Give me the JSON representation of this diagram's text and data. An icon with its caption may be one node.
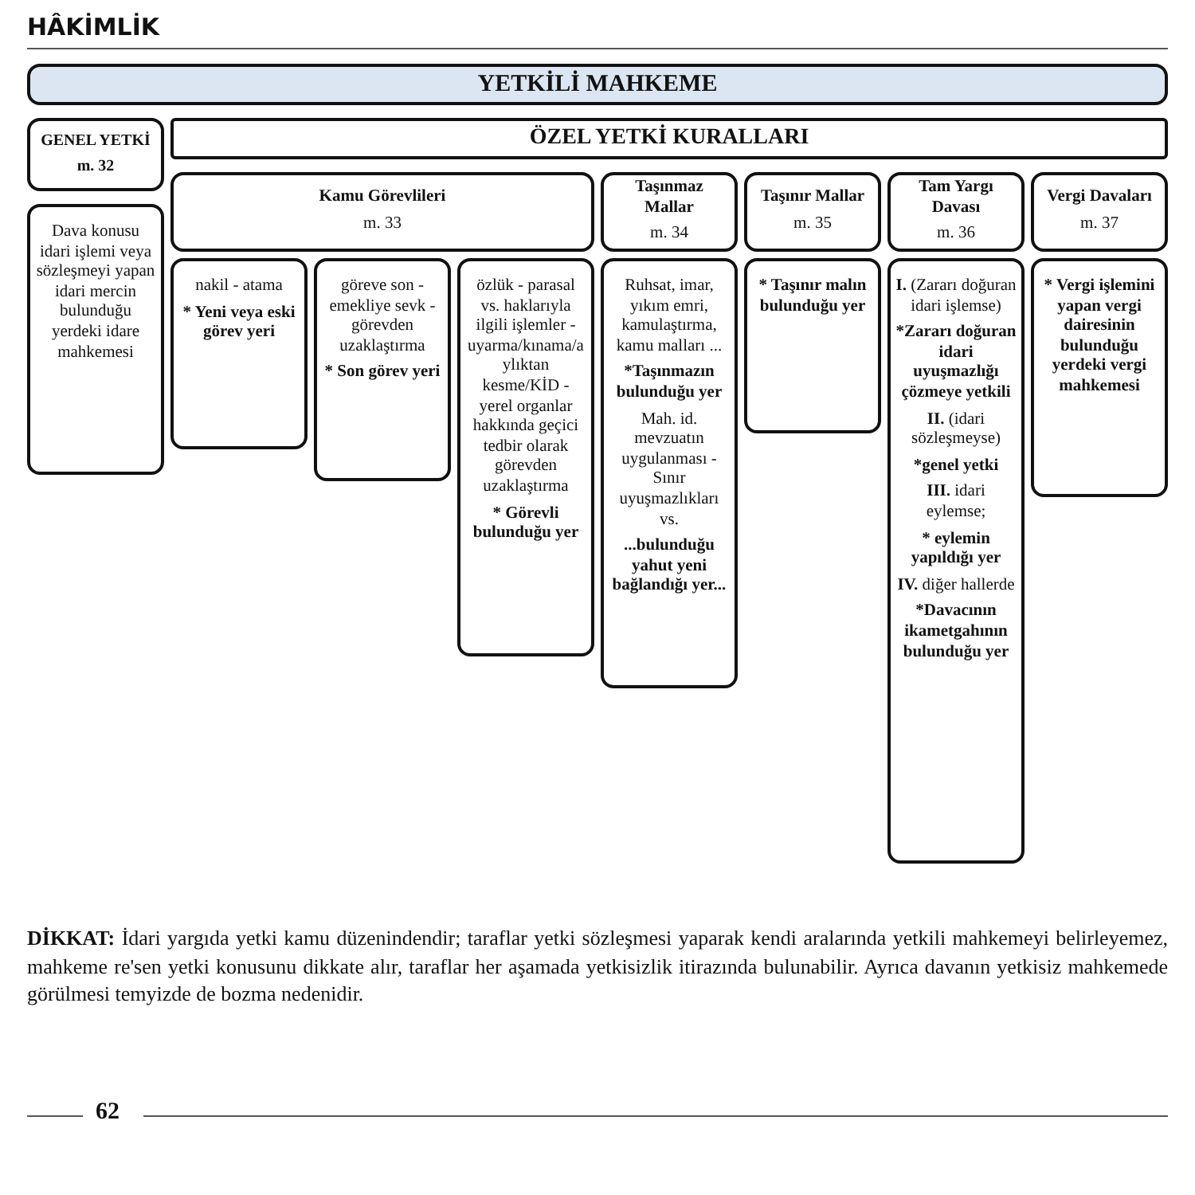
{
  "diagram": {
    "nodes": [
      {
        "text": [
          "YETKİLİ MAHKEME"
        ]
      },
      {
        "text": [
          "GENEL YETKİ",
          "m. 32"
        ]
      },
      {
        "text": [
          "ÖZEL YETKİ KURALLARI"
        ]
      },
      {
        "text": [
          "Kamu Görevlileri",
          "m. 33"
        ]
      },
      {
        "text": [
          "Taşınmaz Mallar",
          "m. 34"
        ]
      },
      {
        "text": [
          "Taşınır Mallar",
          "m. 35"
        ]
      },
      {
        "text": [
          "Tam Yargı Davası",
          "m. 36"
        ]
      },
      {
        "text": [
          "Vergi Davaları",
          "m. 37"
        ]
      },
      {
        "text": [
          "Dava konusu idari işlemi veya sözleşmeyi yapan idari mercin bulunduğu yerdeki idare mahkemesi"
        ]
      },
      {
        "text": [
          "nakil - atama",
          "* Yeni veya eski görev yeri"
        ]
      },
      {
        "text": [
          "göreve son - emekliye sevk - görevden uzaklaştırma",
          "* Son görev yeri"
        ]
      },
      {
        "text": [
          "özlük - parasal vs. haklarıyla ilgili işlemler - uyarma/kınama/aylıktan kesme/KİD - yerel organlar hakkında geçici tedbir olarak görevden uzaklaştırma",
          "* Görevli bulunduğu yer"
        ]
      },
      {
        "text": [
          "Ruhsat, imar, yıkım emri, kamulaştırma, kamu malları ...",
          "*Taşınmazın bulunduğu yer",
          "Mah. id. mevzuatın uygulanması - Sınır uyuşmazlıkları vs.",
          "...bulunduğu yahut yeni bağlandığı yer..."
        ]
      },
      {
        "text": [
          "* Taşınır malın bulunduğu yer"
        ]
      },
      {
        "text": [
          "**I.** (Zararı doğuran idari işlemse)",
          "*Zararı doğuran idari uyuşmazlığı çözmeye yetkili",
          "**II.** (idari sözleşmeyse)",
          "*genel yetki",
          "**III.** idari eylemse;",
          "* eylemin yapıldığı yer",
          "**IV.** diğer hallerde",
          "*Davacının ikametgahının bulunduğu yer"
        ]
      },
      {
        "text": [
          "* Vergi işlemini yapan vergi dairesinin bulunduğu yerdeki vergi mahkemesi"
        ]
      }
    ],
    "labels": [
      "HÂKİMLİK",
      "**DİKKAT:** İdari yargıda yetki kamu düzenindendir; taraflar yetki sözleşmesi yaparak kendi aralarında yetkili mahkemeyi belirleyemez, mahkeme re'sen yetki konusunu dikkate alır, taraflar her aşamada yetkisizlik itirazında bulunabilir. Ayrıca davanın yetkisiz mahkemede görülmesi temyizde de bozma nedenidir.",
      "62"
    ]
  }
}
